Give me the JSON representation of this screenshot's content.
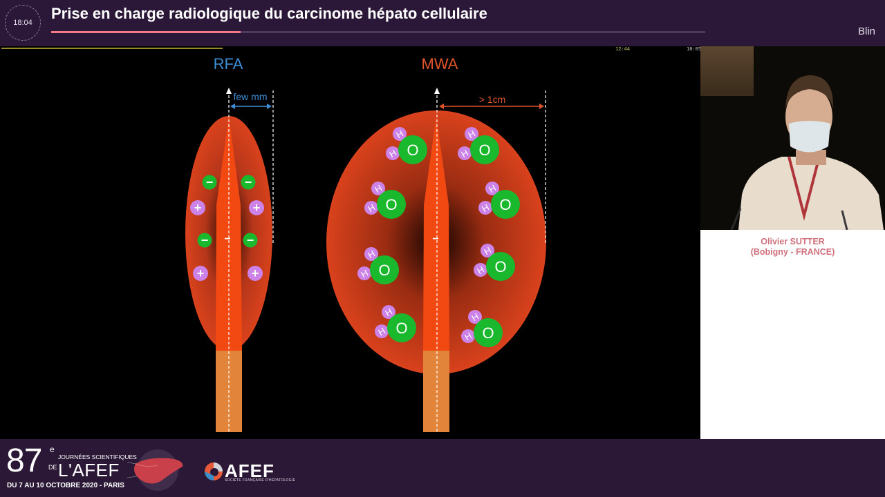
{
  "header": {
    "clock": "18:04",
    "title": "Prise en charge radiologique du carcinome hépato cellulaire",
    "speaker": "Blin",
    "progress_fraction": 0.29
  },
  "slide": {
    "timestamp_left": "12:44",
    "timestamp_right": "18:05",
    "rfa": {
      "label": "RFA",
      "dimension": "few mm",
      "charges": [
        "−",
        "−",
        "+",
        "+",
        "−",
        "−",
        "+",
        "+"
      ],
      "tip_sign": "−"
    },
    "mwa": {
      "label": "MWA",
      "dimension": "> 1cm",
      "oxygen": "O",
      "hydrogen": "H",
      "tip_sign": "−"
    },
    "colors": {
      "rfa_label": "#3d8fd8",
      "mwa_label": "#e0542a",
      "ablation_zone": "#d9401c",
      "needle": "#f04a12",
      "handle": "#e2843a",
      "charge_green": "#1ab82d",
      "charge_purple": "#cc82e6"
    }
  },
  "presenter": {
    "name": "Olivier SUTTER",
    "affiliation": "(Bobigny - FRANCE)"
  },
  "footer": {
    "edition": "87",
    "edition_sup": "e",
    "event_line1": "JOURNÉES SCIENTIFIQUES",
    "event_de": "DE",
    "event_name": "L'AFEF",
    "dates": "DU 7 AU 10 OCTOBRE 2020 - PARIS",
    "org_name": "AFEF",
    "org_subtitle": "SOCIÉTÉ FRANÇAISE D'HÉPATOLOGIE"
  }
}
